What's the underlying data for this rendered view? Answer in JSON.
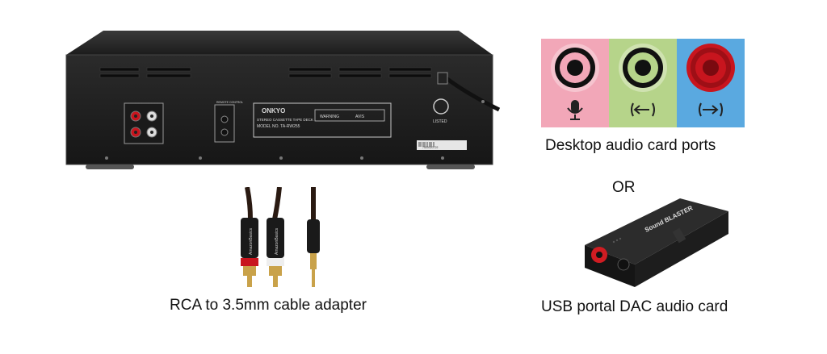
{
  "captions": {
    "desktop_ports": "Desktop audio card ports",
    "or": "OR",
    "rca_cable": "RCA to 3.5mm cable adapter",
    "usb_dac": "USB portal DAC audio card"
  },
  "deck": {
    "brand": "ONKYO",
    "subtitle": "STEREO CASSETTE TAPE DECK",
    "model": "MODEL NO. TA-RW255",
    "remote_label": "REMOTE CONTROL",
    "warning": "WARNING",
    "avis": "AVIS",
    "listed": "LISTED",
    "serial": "7500020722"
  },
  "cable_brand": "AmazonBasics",
  "dac_brand": "Sound BLASTER",
  "port_icons": [
    "microphone-icon",
    "line-out-icon",
    "line-in-icon"
  ],
  "colors": {
    "mic_port": "#f2a7b8",
    "line_out_port": "#b6d48a",
    "line_in_port": "#5aa9e0",
    "rca_red": "#c8151e",
    "dac_jack_red": "#d01c22"
  }
}
